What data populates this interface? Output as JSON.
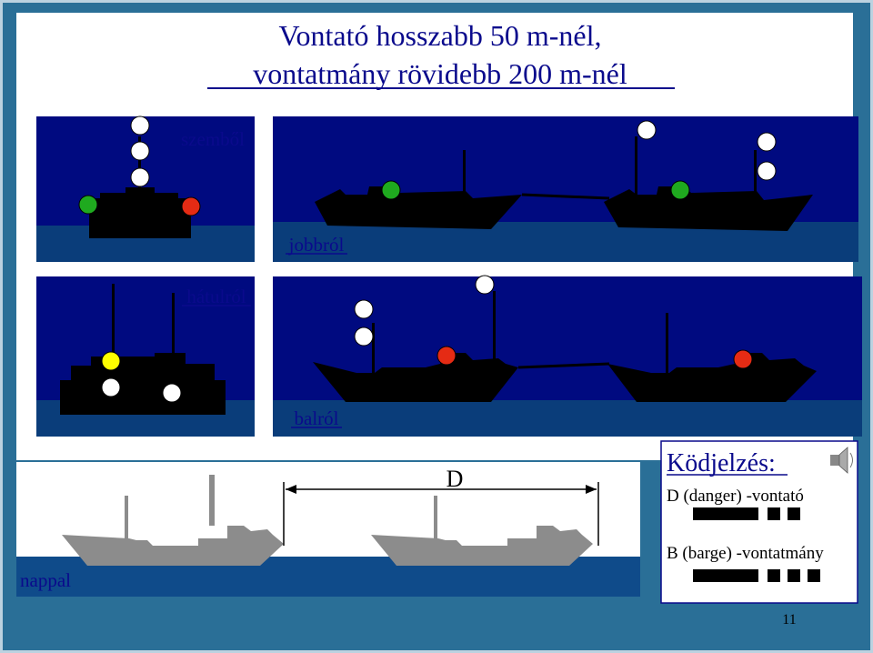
{
  "title": {
    "line1": "Vontató hosszabb 50 m-nél,",
    "line2": "vontatmány rövidebb 200 m-nél"
  },
  "labels": {
    "front": "szemből",
    "starboard": "jobbról",
    "stern": "hátulról",
    "port": "balról",
    "day": "nappal",
    "distance": "D"
  },
  "fog_signals": {
    "heading": "Ködjelzés:",
    "tug": {
      "text": "D (danger) -vontató",
      "pattern": [
        "long",
        "short",
        "short"
      ]
    },
    "barge": {
      "text": "B (barge) -vontatmány",
      "pattern": [
        "long",
        "short",
        "short",
        "short"
      ]
    },
    "sound_icon": "speaker-icon"
  },
  "page_number": "11",
  "colors": {
    "background": "#2a6f97",
    "night_sky": "#000a80",
    "water": "#0a3d7a",
    "day_sky": "#ffffff",
    "day_water": "#0f4b8a",
    "ship": "#000000",
    "day_ship": "#8c8c8c",
    "white_light": "#ffffff",
    "green_light": "#1faa1f",
    "red_light": "#e52b14",
    "yellow_light": "#ffff00",
    "title_text": "#0a0a8c"
  }
}
